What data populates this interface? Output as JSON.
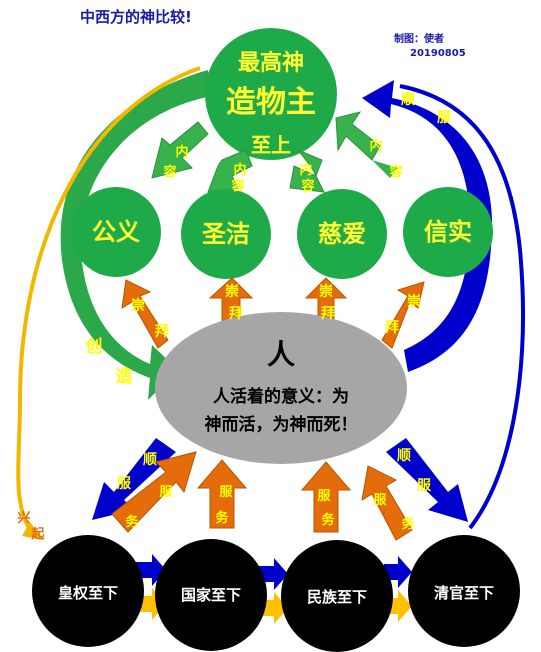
{
  "header": {
    "title": "中西方的神比较!",
    "credit": "制图：使者",
    "date": "20190805"
  },
  "god": {
    "line1": "最高神",
    "line2": "造物主",
    "line3": "至上"
  },
  "attributes": [
    "公义",
    "圣洁",
    "慈爱",
    "信实"
  ],
  "human": {
    "title": "人",
    "line1": "人活着的意义：为",
    "line2": "神而活，为神而死！"
  },
  "bottom_nodes": [
    "皇权至下",
    "国家至下",
    "民族至下",
    "清官至下"
  ],
  "arrow_labels": {
    "content": [
      "内",
      "容"
    ],
    "worship": [
      "崇",
      "拜"
    ],
    "create": [
      "创",
      "造"
    ],
    "obey": [
      "顺",
      "服"
    ],
    "serve": [
      "服",
      "务"
    ],
    "arise": [
      "兴",
      "起"
    ]
  },
  "colors": {
    "title": "#1a1aa8",
    "god_green": "#1faa4a",
    "god_text": "#ffff33",
    "human_gray": "#a6a6a6",
    "bottom_black": "#000000",
    "arrow_green": "#37b24d",
    "arrow_orange": "#e46c0a",
    "arrow_blue": "#0000cc",
    "arrow_gold": "#ffc000",
    "label_yellow": "#ffff00"
  }
}
